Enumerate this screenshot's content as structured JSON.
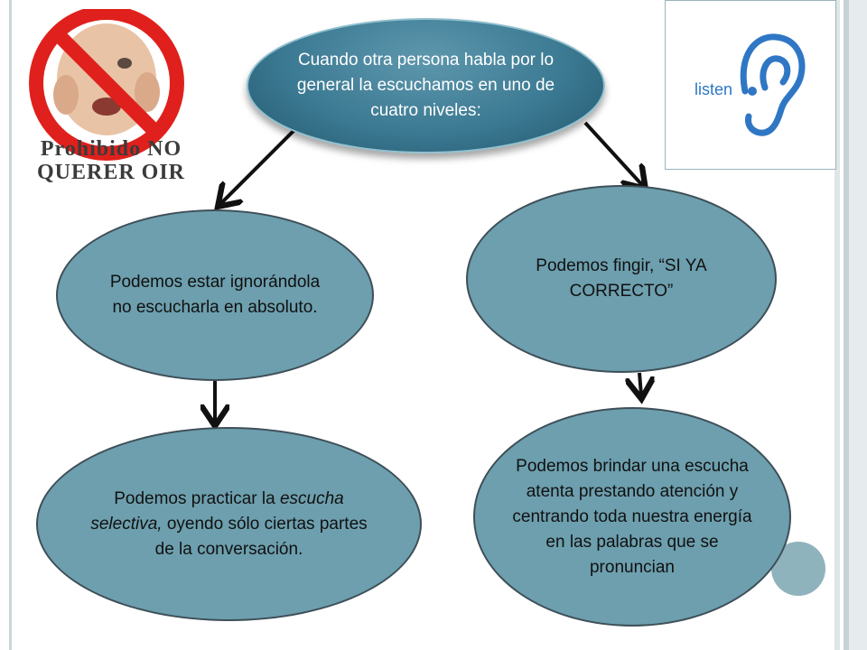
{
  "slide": {
    "prohibido_caption_line1": "Prohibido NO",
    "prohibido_caption_line2": "QUERER OIR",
    "listen_label": "listen"
  },
  "diagram": {
    "root": "Cuando otra persona habla por lo general la escuchamos en uno de cuatro niveles:",
    "ignore": "Podemos estar ignorándola no escucharla en absoluto.",
    "fake": "Podemos fingir, “SI YA CORRECTO”",
    "selective_before": "Podemos practicar la ",
    "selective_italic": "escucha selectiva,",
    "selective_after": " oyendo sólo ciertas partes de la conversación.",
    "attentive": "Podemos brindar una escucha atenta prestando atención y centrando toda nuestra energía en las palabras que se pronuncian"
  },
  "colors": {
    "node_fill": "#6d9fae",
    "root_fill": "#3c7a93",
    "prohibit_red": "#e0201c",
    "listen_blue": "#2f77c4"
  }
}
